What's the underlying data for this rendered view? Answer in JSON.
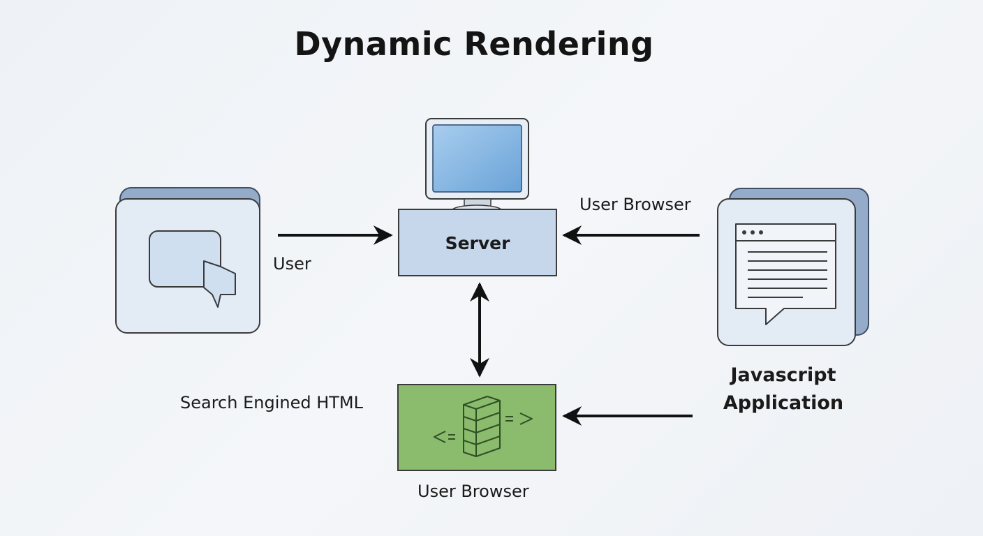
{
  "title": "Dynamic Rendering",
  "nodes": {
    "user": {
      "label": "User",
      "icon": "chat-bubble-icon"
    },
    "server": {
      "label": "Server",
      "icon": "monitor-icon"
    },
    "user_browser_top": {
      "label": "User Browser"
    },
    "javascript_application": {
      "label_line1": "Javascript",
      "label_line2": "Application",
      "icon": "browser-window-icon"
    },
    "search_engine_html": {
      "label": "Search Engined HTML"
    },
    "user_browser_bottom": {
      "label": "User Browser",
      "icon": "code-stack-icon"
    }
  },
  "edges": [
    {
      "from": "user",
      "to": "server",
      "direction": "one-way"
    },
    {
      "from": "javascript_application",
      "to": "server",
      "direction": "one-way"
    },
    {
      "from": "server",
      "to": "user_browser_bottom",
      "direction": "two-way"
    },
    {
      "from": "javascript_application",
      "to": "user_browser_bottom",
      "direction": "one-way"
    }
  ],
  "colors": {
    "card_fill": "#e3ebf5",
    "card_shadow": "#94abc9",
    "server_fill": "#c6d7ec",
    "browser_fill": "#8bbb6c",
    "screen_blue": "#7fb2de",
    "stroke": "#3a3a3a",
    "arrow": "#111111"
  }
}
